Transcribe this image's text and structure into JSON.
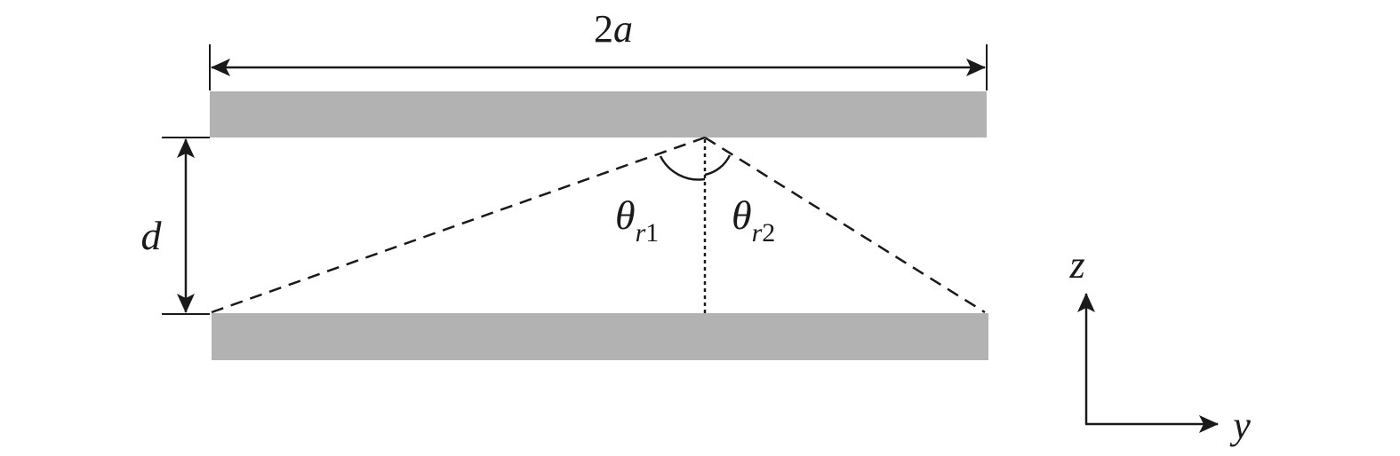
{
  "labels": {
    "width": "2a",
    "width_num": "2",
    "width_var": "a",
    "gap": "d",
    "angle1_symbol": "θ",
    "angle1_sub": "r1",
    "angle1_sub_var": "r",
    "angle1_sub_num": "1",
    "angle2_symbol": "θ",
    "angle2_sub": "r2",
    "angle2_sub_var": "r",
    "angle2_sub_num": "2",
    "axis_z": "z",
    "axis_y": "y"
  },
  "colors": {
    "plate": "#b3b2b3",
    "line": "#1a1a1a",
    "background": "#ffffff"
  }
}
